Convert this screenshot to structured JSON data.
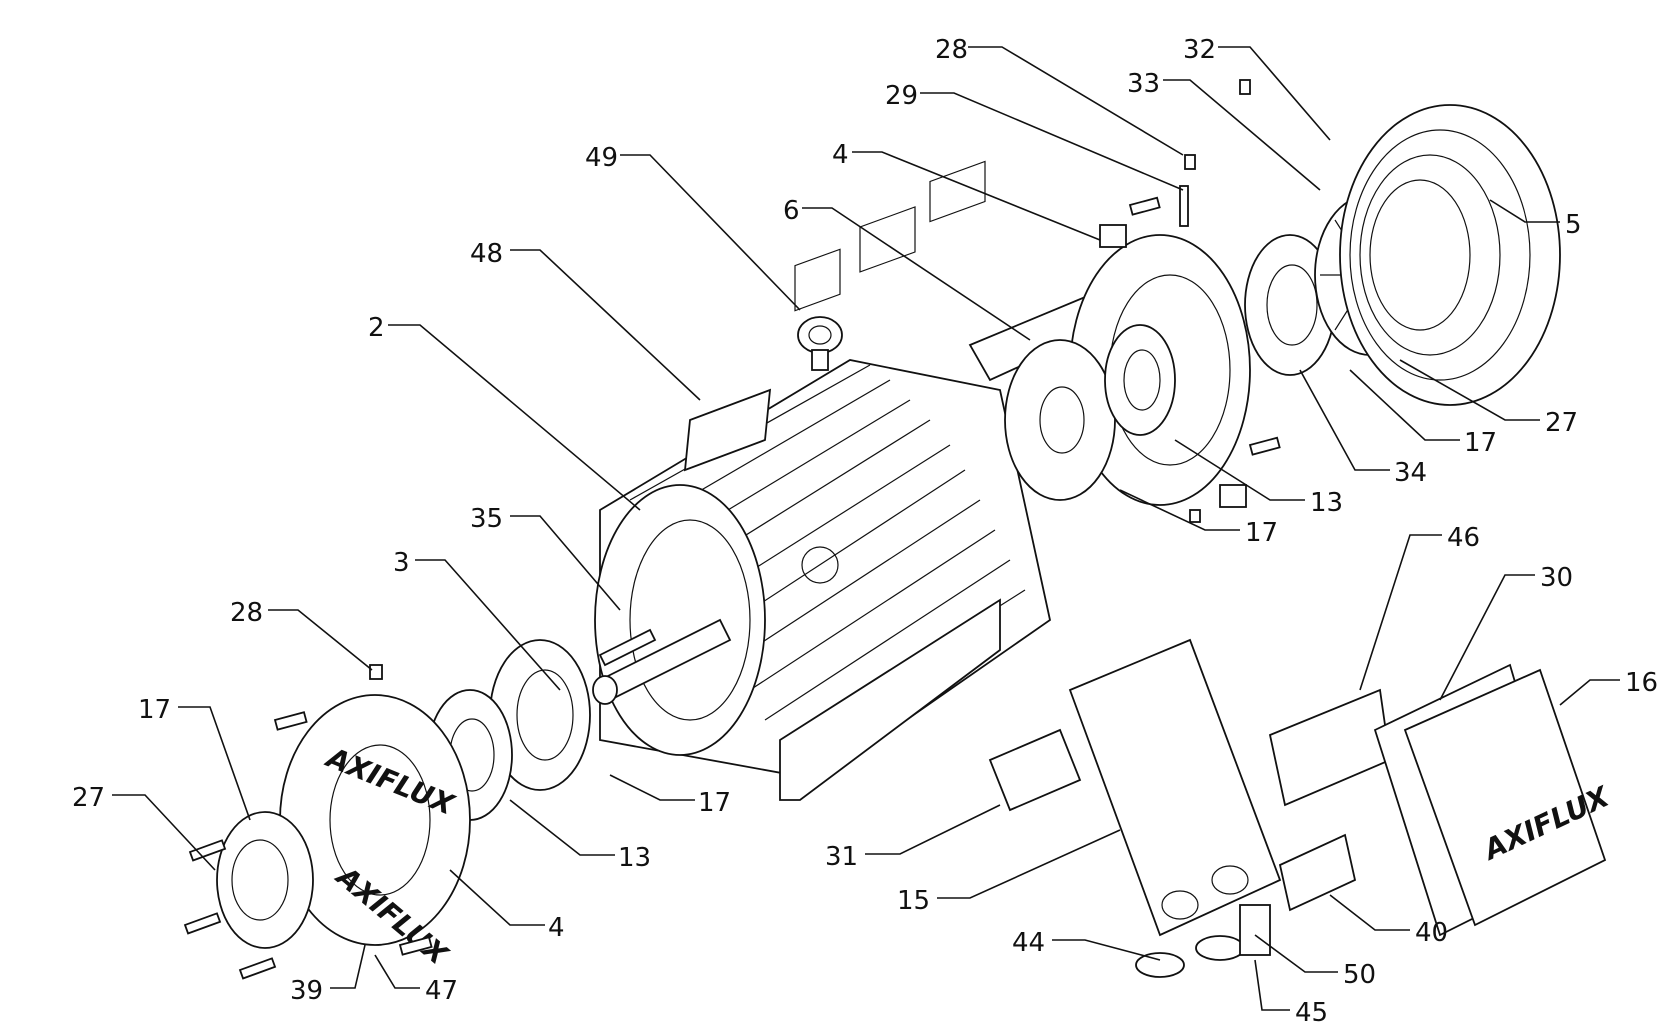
{
  "brand_text": "AXIFLUX",
  "callouts": [
    {
      "label": "28"
    },
    {
      "label": "29"
    },
    {
      "label": "32"
    },
    {
      "label": "33"
    },
    {
      "label": "49"
    },
    {
      "label": "4"
    },
    {
      "label": "6"
    },
    {
      "label": "48"
    },
    {
      "label": "2"
    },
    {
      "label": "5"
    },
    {
      "label": "27"
    },
    {
      "label": "17"
    },
    {
      "label": "34"
    },
    {
      "label": "13"
    },
    {
      "label": "17"
    },
    {
      "label": "35"
    },
    {
      "label": "3"
    },
    {
      "label": "46"
    },
    {
      "label": "30"
    },
    {
      "label": "16"
    },
    {
      "label": "28"
    },
    {
      "label": "17"
    },
    {
      "label": "27"
    },
    {
      "label": "17"
    },
    {
      "label": "13"
    },
    {
      "label": "4"
    },
    {
      "label": "31"
    },
    {
      "label": "15"
    },
    {
      "label": "40"
    },
    {
      "label": "44"
    },
    {
      "label": "50"
    },
    {
      "label": "45"
    },
    {
      "label": "39"
    },
    {
      "label": "47"
    }
  ]
}
